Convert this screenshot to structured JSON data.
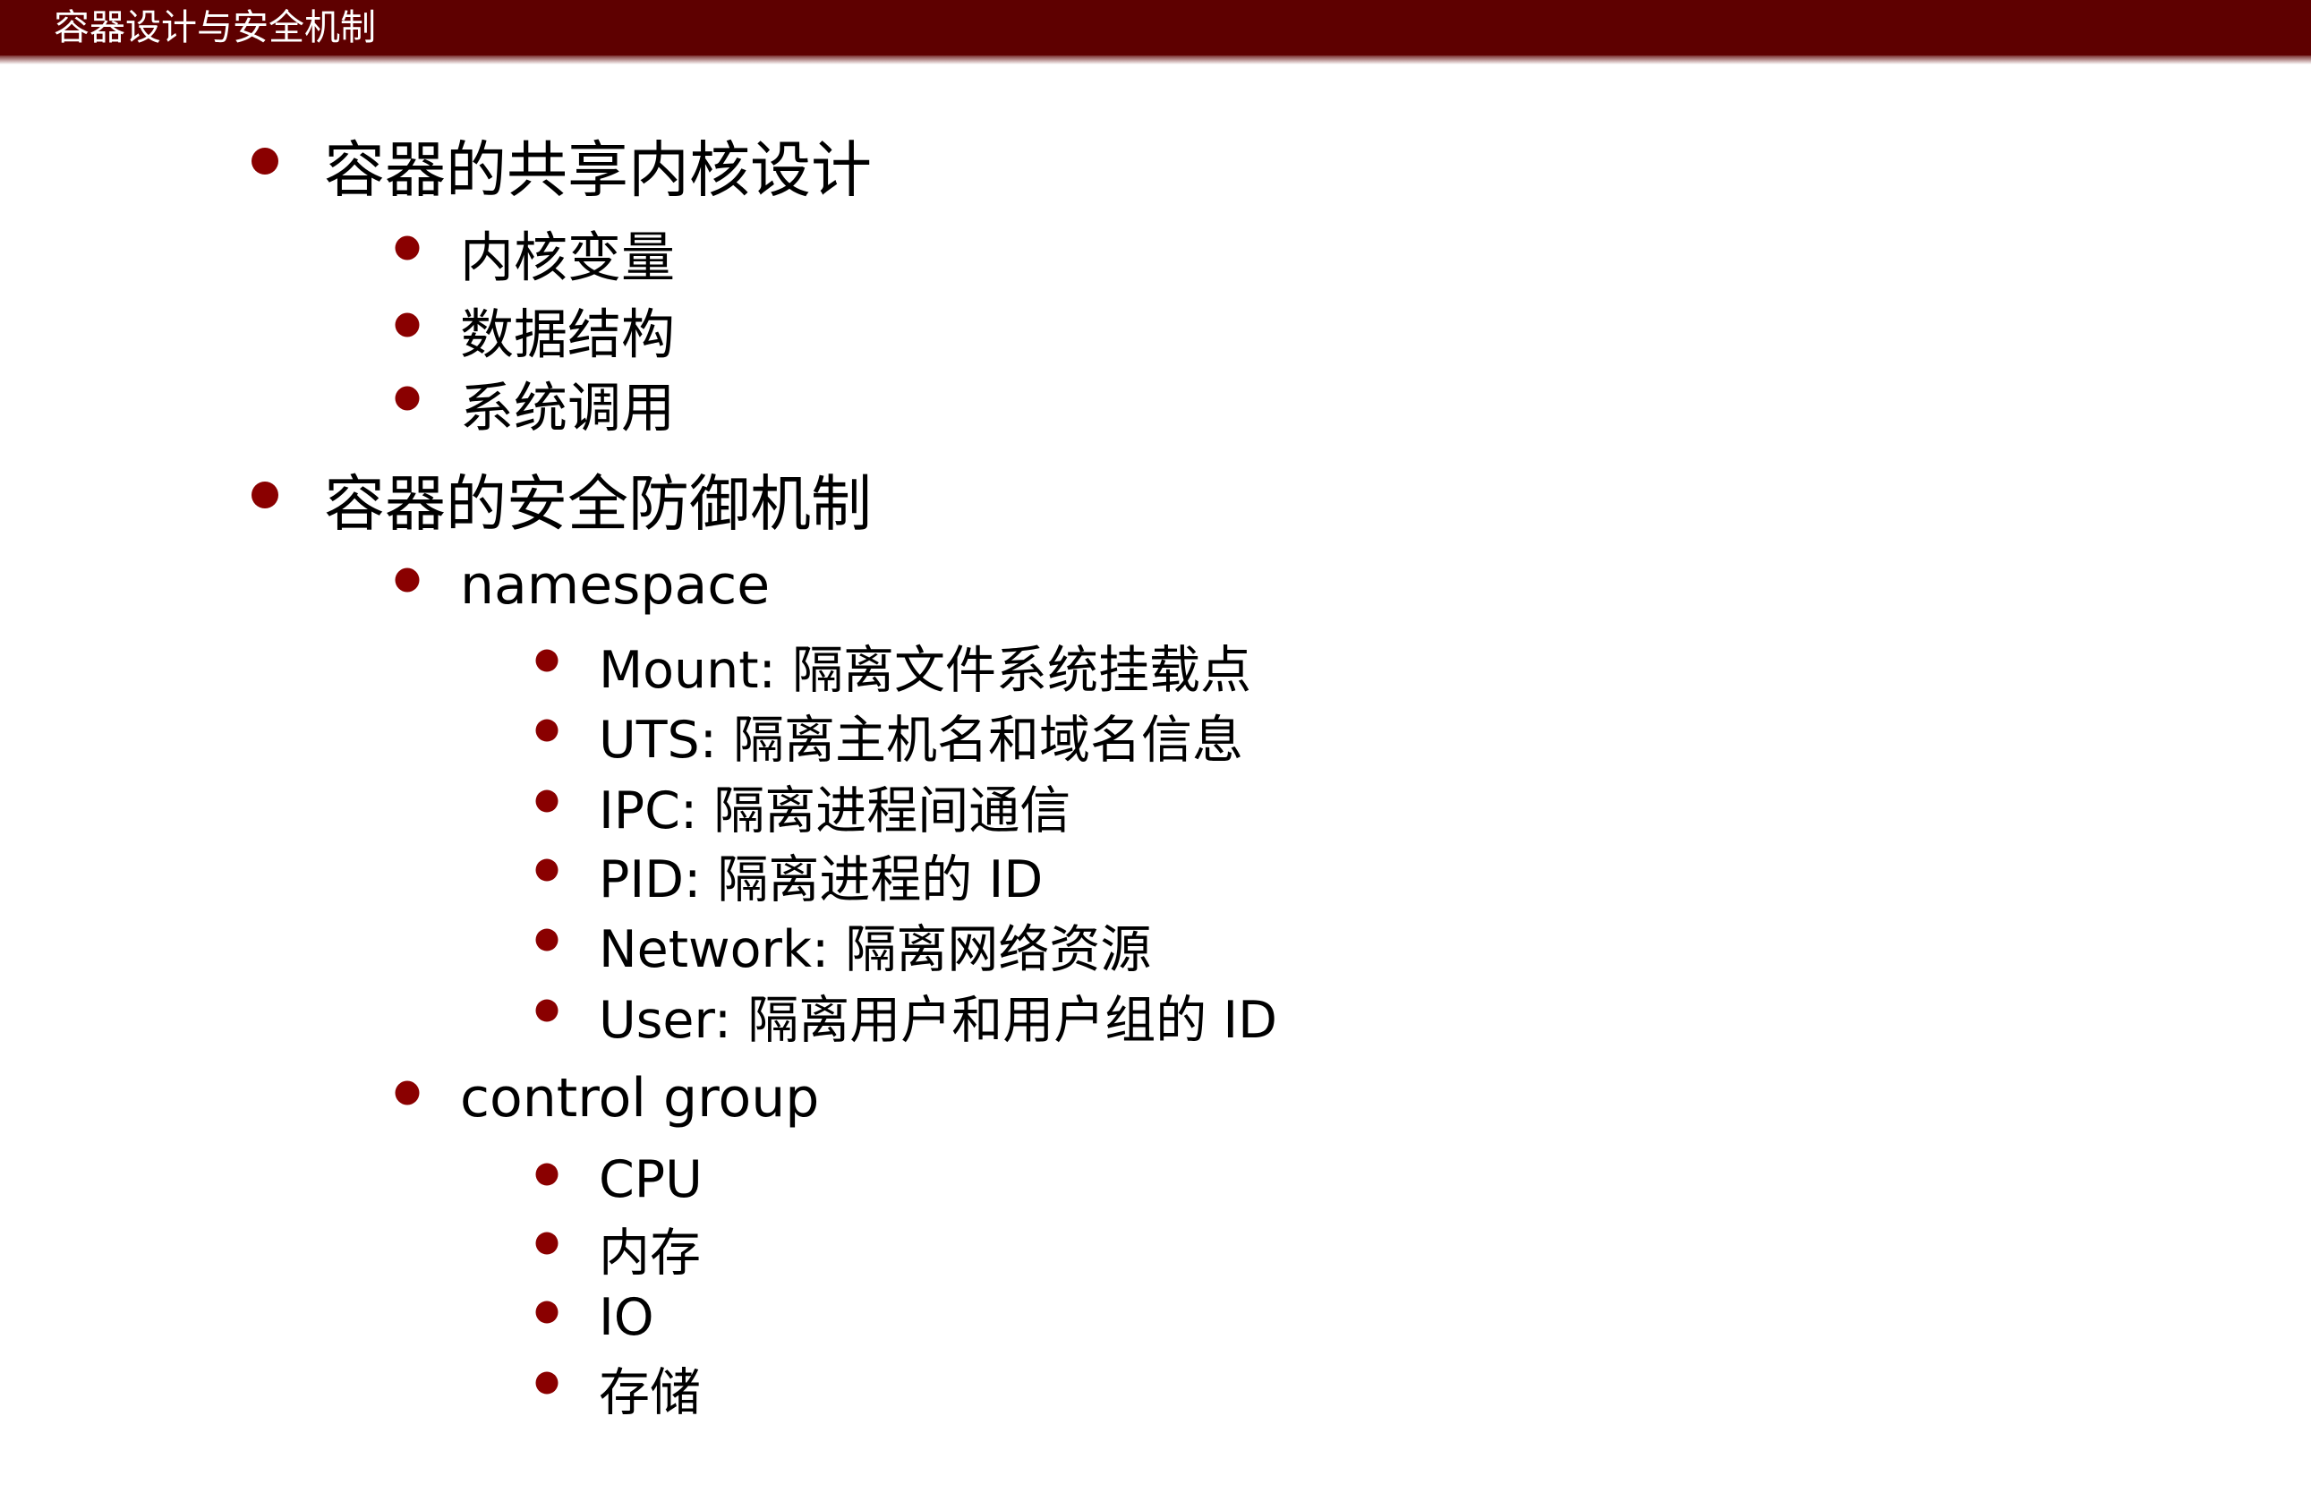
{
  "header": {
    "title": "容器设计与安全机制"
  },
  "content": {
    "shared_kernel": {
      "label": "容器的共享内核设计",
      "items": [
        "内核变量",
        "数据结构",
        "系统调用"
      ]
    },
    "security": {
      "label": "容器的安全防御机制",
      "namespace": {
        "label": "namespace",
        "items": [
          "Mount: 隔离文件系统挂载点",
          "UTS: 隔离主机名和域名信息",
          "IPC: 隔离进程间通信",
          "PID: 隔离进程的 ID",
          "Network: 隔离网络资源",
          "User: 隔离用户和用户组的 ID"
        ]
      },
      "cgroup": {
        "label": "control group",
        "items": [
          "CPU",
          "内存",
          "IO",
          "存储"
        ]
      }
    }
  },
  "colors": {
    "header": "#5e0000",
    "bullet": "#8a0000"
  }
}
